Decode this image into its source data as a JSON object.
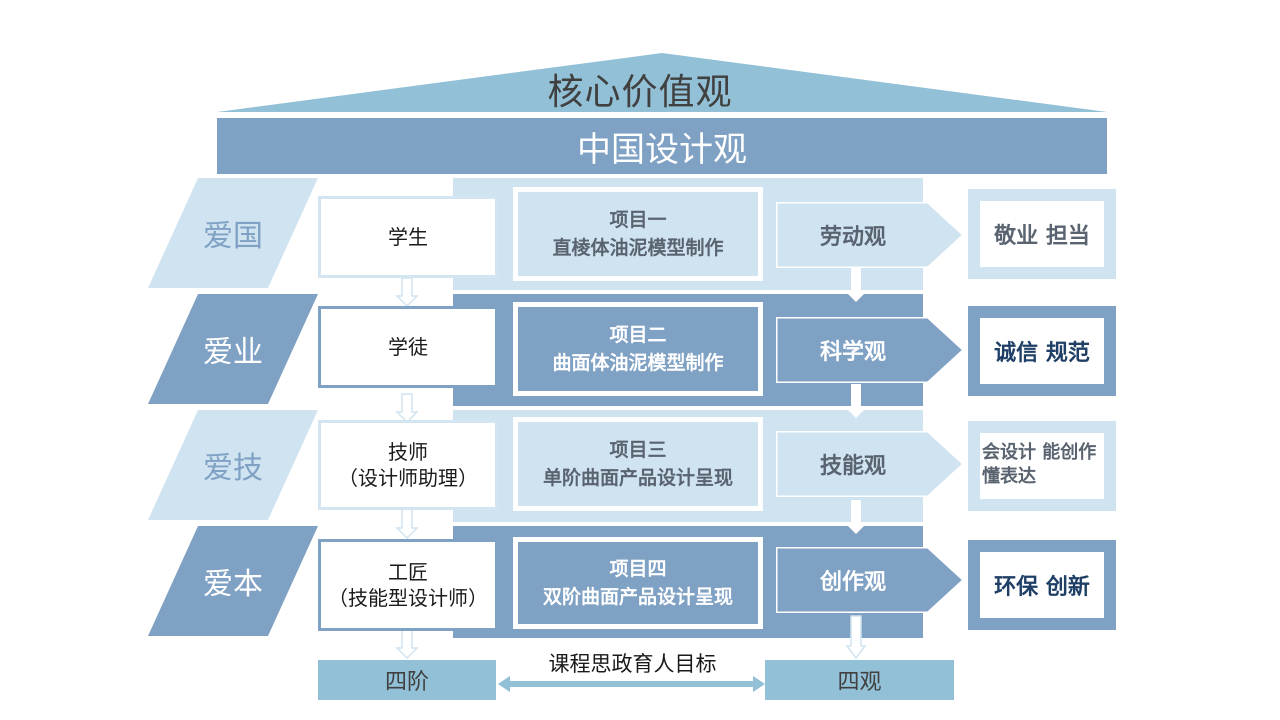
{
  "roof": {
    "title": "核心价值观"
  },
  "banner": {
    "title": "中国设计观"
  },
  "rows": [
    {
      "stage": "爱国",
      "role_line1": "学生",
      "role_line2": "",
      "project_line1": "项目一",
      "project_line2": "直棱体油泥模型制作",
      "view": "劳动观",
      "result_line1": "敬业 担当",
      "result_line2": "",
      "tone": "light"
    },
    {
      "stage": "爱业",
      "role_line1": "学徒",
      "role_line2": "",
      "project_line1": "项目二",
      "project_line2": "曲面体油泥模型制作",
      "view": "科学观",
      "result_line1": "诚信 规范",
      "result_line2": "",
      "tone": "dark"
    },
    {
      "stage": "爱技",
      "role_line1": "技师",
      "role_line2": "（设计师助理）",
      "project_line1": "项目三",
      "project_line2": "单阶曲面产品设计呈现",
      "view": "技能观",
      "result_line1": "会设计 能创作",
      "result_line2": "懂表达",
      "tone": "light"
    },
    {
      "stage": "爱本",
      "role_line1": "工匠",
      "role_line2": "（技能型设计师）",
      "project_line1": "项目四",
      "project_line2": "双阶曲面产品设计呈现",
      "view": "创作观",
      "result_line1": "环保 创新",
      "result_line2": "",
      "tone": "dark"
    }
  ],
  "bottom": {
    "left_label": "四阶",
    "right_label": "四观",
    "goal_label": "课程思政育人目标"
  },
  "colors": {
    "light": "#cfe3f0",
    "dark": "#7fa1c4",
    "roof": "#92c0d6",
    "dark_text": "#1f3f66",
    "grey_text": "#5a6470"
  }
}
